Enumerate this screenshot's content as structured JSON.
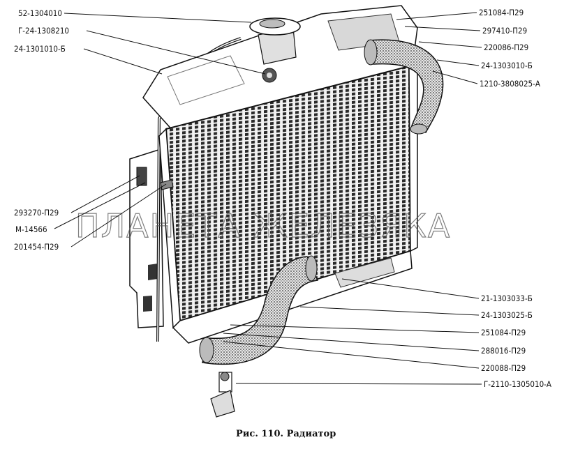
{
  "watermark": "ПЛАНЕТА ЖЕЛЕЗЯКА",
  "caption": "Рис. 110. Радиатор",
  "labels_left": [
    {
      "id": "l1",
      "text": "52-1304010"
    },
    {
      "id": "l2",
      "text": "Г-24-1308210"
    },
    {
      "id": "l3",
      "text": "24-1301010-Б"
    },
    {
      "id": "l4",
      "text": "293270-П29"
    },
    {
      "id": "l5",
      "text": "М-14566"
    },
    {
      "id": "l6",
      "text": "201454-П29"
    }
  ],
  "labels_right": [
    {
      "id": "r1",
      "text": "251084-П29"
    },
    {
      "id": "r2",
      "text": "297410-П29"
    },
    {
      "id": "r3",
      "text": "220086-П29"
    },
    {
      "id": "r4",
      "text": "24-1303010-Б"
    },
    {
      "id": "r5",
      "text": "1210-3808025-А"
    },
    {
      "id": "r6",
      "text": "21-1303033-Б"
    },
    {
      "id": "r7",
      "text": "24-1303025-Б"
    },
    {
      "id": "r8",
      "text": "251084-П29"
    },
    {
      "id": "r9",
      "text": "288016-П29"
    },
    {
      "id": "r10",
      "text": "220088-П29"
    },
    {
      "id": "r11",
      "text": "Г-2110-1305010-А"
    }
  ]
}
